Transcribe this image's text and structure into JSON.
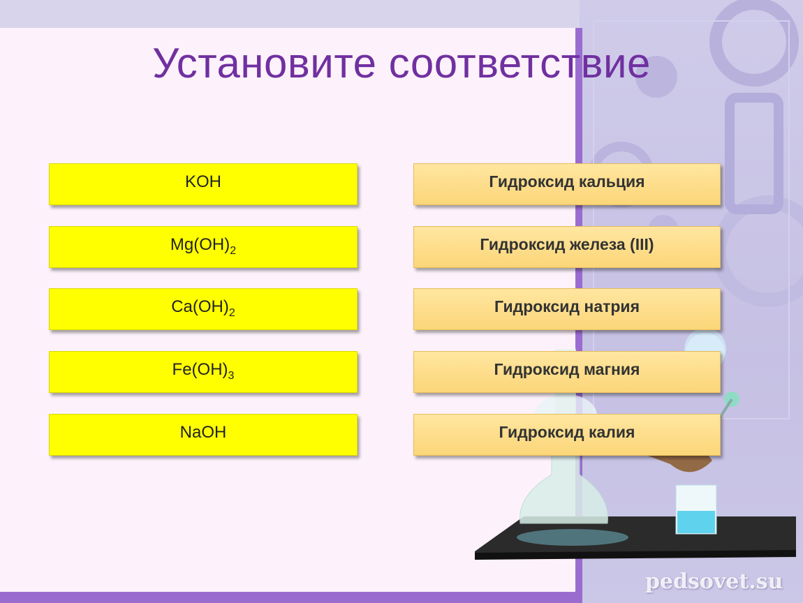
{
  "title": "Установите соответствие",
  "formulas": [
    {
      "base": "KOH",
      "sub": ""
    },
    {
      "base": "Mg(OH)",
      "sub": "2"
    },
    {
      "base": "Ca(OH)",
      "sub": "2"
    },
    {
      "base": "Fe(OH)",
      "sub": "3"
    },
    {
      "base": "NaOH",
      "sub": ""
    }
  ],
  "names": [
    "Гидроксид кальция",
    "Гидроксид железа (III)",
    "Гидроксид натрия",
    "Гидроксид магния",
    "Гидроксид калия"
  ],
  "watermark": "pedsovet.su",
  "colors": {
    "title": "#7030a0",
    "formula_card": "#ffff00",
    "name_card": "#fcd679",
    "accent": "#9b6cd0"
  }
}
